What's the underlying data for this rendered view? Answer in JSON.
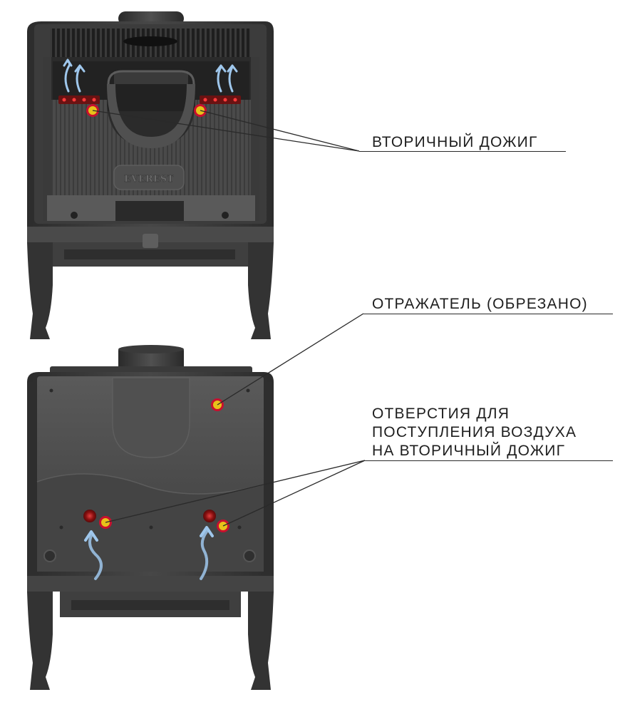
{
  "callouts": {
    "secondary_burn": "ВТОРИЧНЫЙ ДОЖИГ",
    "reflector": "ОТРАЖАТЕЛЬ (ОБРЕЗАНО)",
    "air_holes_line1": "ОТВЕРСТИЯ ДЛЯ",
    "air_holes_line2": "ПОСТУПЛЕНИЯ ВОЗДУХА",
    "air_holes_line3": "НА ВТОРИЧНЫЙ ДОЖИГ"
  },
  "brand_logo": "EVEREST",
  "colors": {
    "body": "#4d4d4d",
    "body_dark": "#2f2f2f",
    "marker_fill": "#e8c21a",
    "marker_ring": "#c8102e",
    "air_arrow": "#9fc7ec",
    "hot_port": "#8a1010"
  }
}
